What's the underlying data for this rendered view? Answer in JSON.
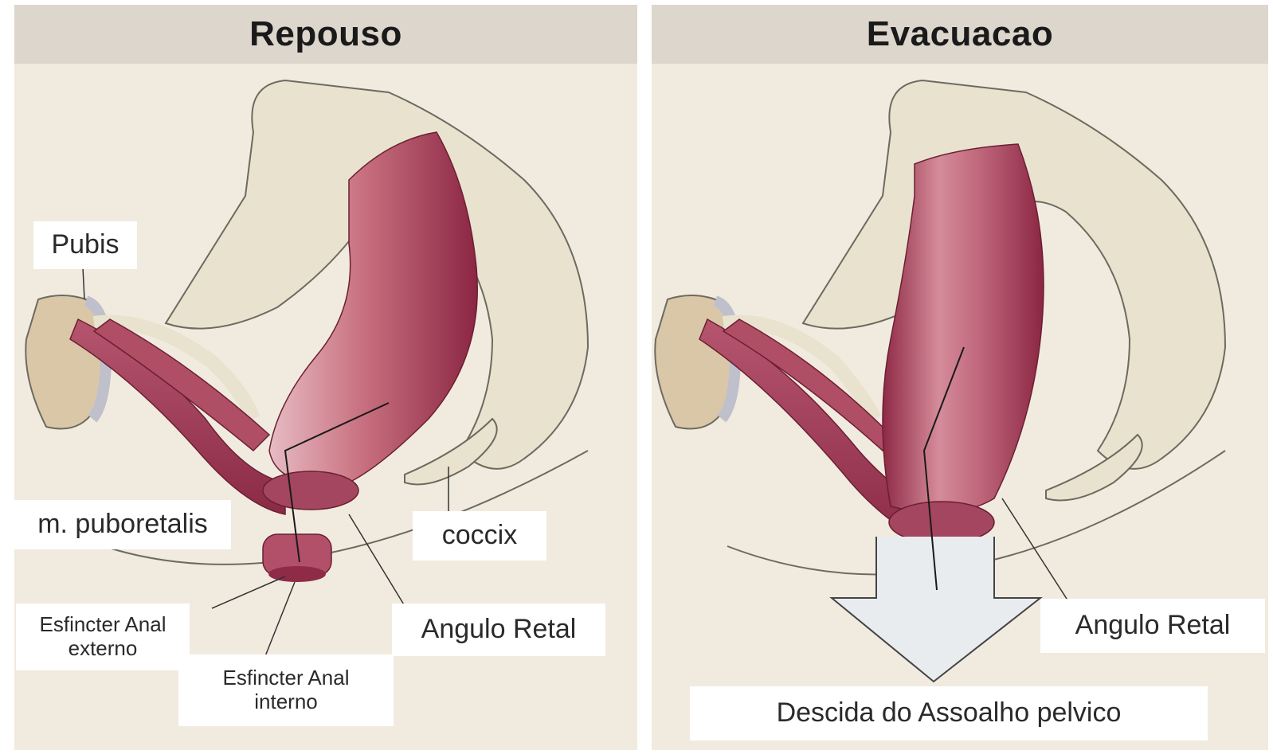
{
  "panels": [
    {
      "title": "Repouso",
      "labels": {
        "pubis": "Pubis",
        "puborectalis": "m. puboretalis",
        "coccix": "coccix",
        "angulo": "Angulo Retal",
        "esf_ext_1": "Esfincter Anal",
        "esf_ext_2": "externo",
        "esf_int_1": "Esfincter Anal",
        "esf_int_2": "interno"
      }
    },
    {
      "title": "Evacuacao",
      "labels": {
        "angulo": "Angulo Retal",
        "descida": "Descida do Assoalho pelvico"
      }
    }
  ],
  "colors": {
    "background": "#f1ebdf",
    "title_bar": "#dcd6cc",
    "bone": "#e9e2cf",
    "bone_outline": "#6d6a5f",
    "muscle_dark": "#8e2945",
    "muscle_mid": "#b85a72",
    "muscle_light": "#e9c2c7",
    "arrow_fill": "#e9ecef"
  }
}
